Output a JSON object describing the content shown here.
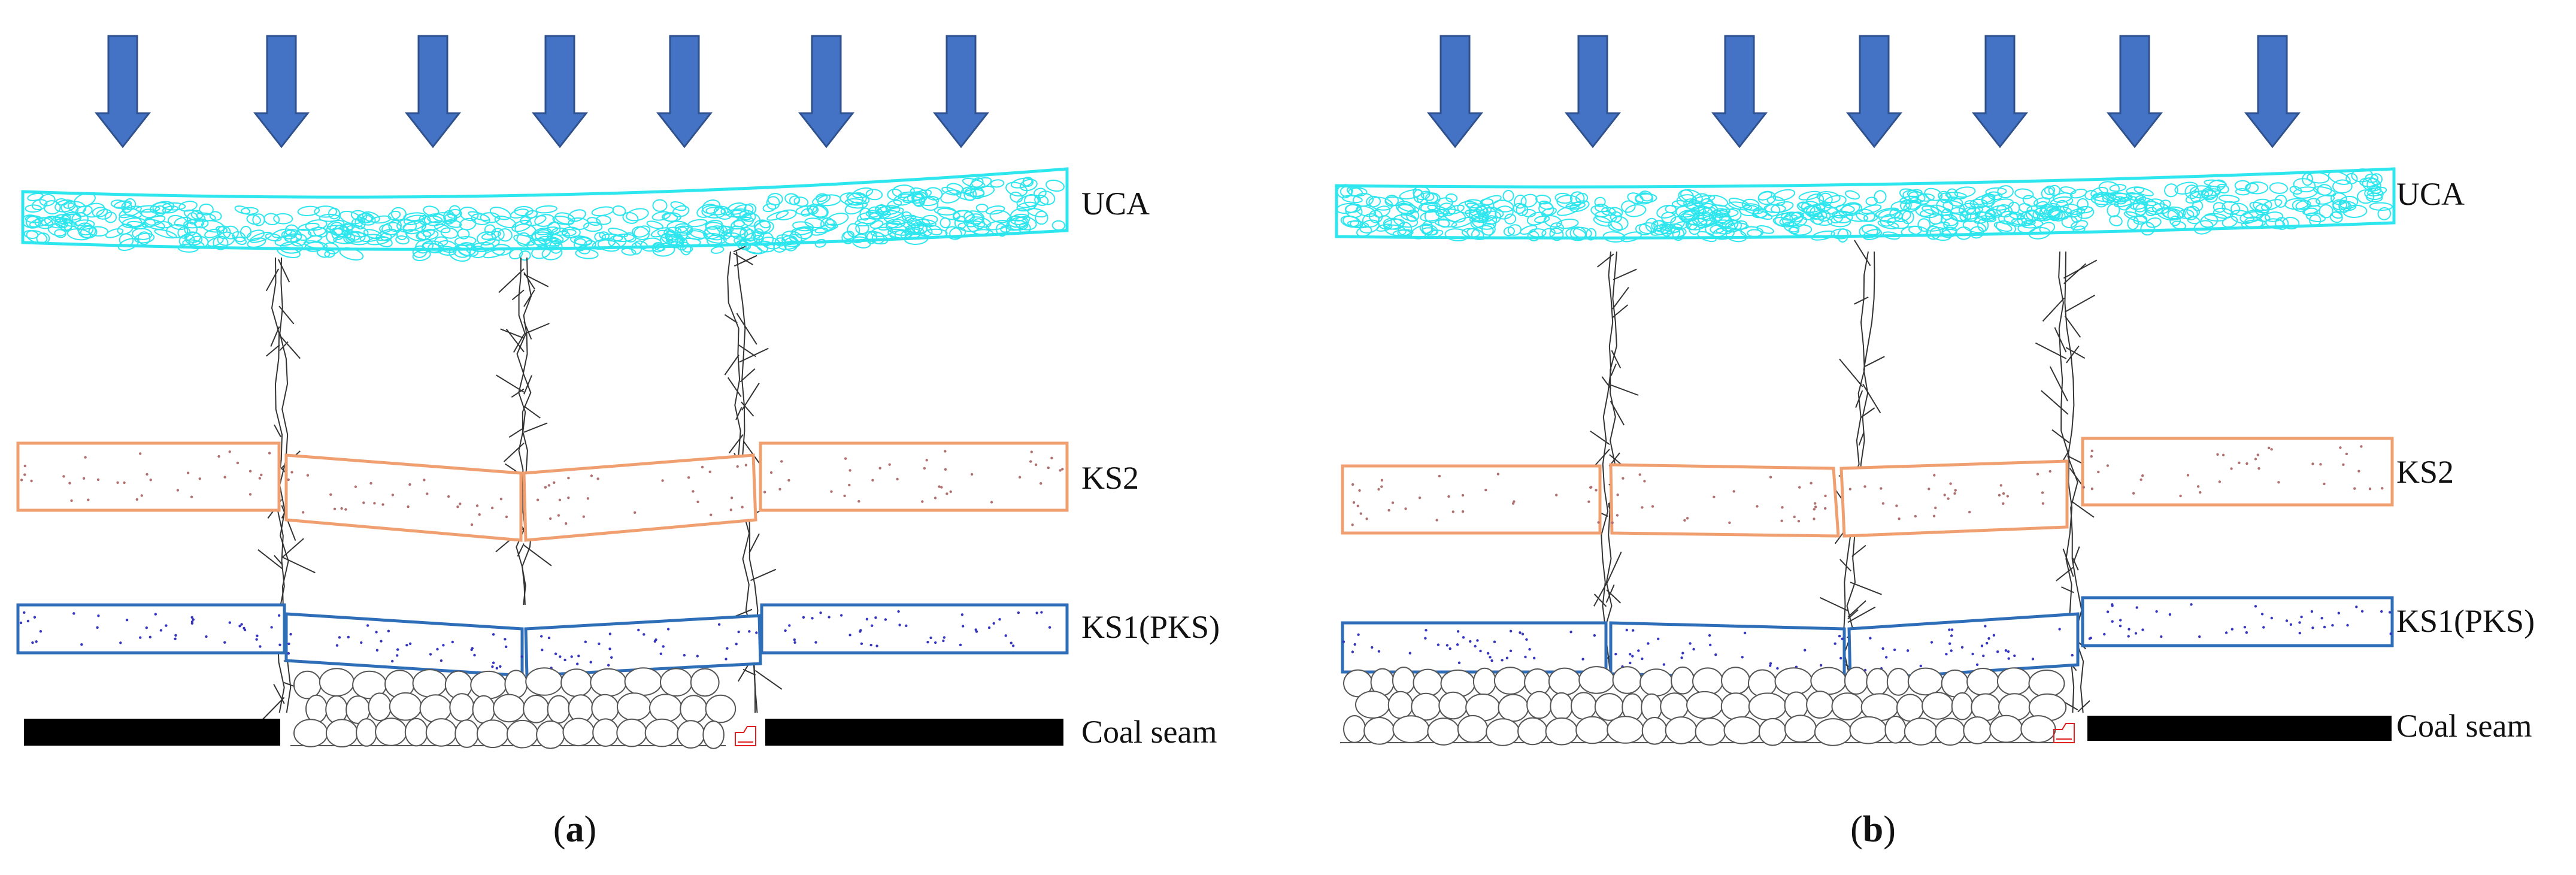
{
  "panels": [
    {
      "id": "a",
      "panel_label": "a",
      "layers": {
        "uca": "UCA",
        "ks2": "KS2",
        "ks1": "KS1(PKS)",
        "coal": "Coal seam"
      }
    },
    {
      "id": "b",
      "panel_label": "b",
      "layers": {
        "uca": "UCA",
        "ks2": "KS2",
        "ks1": "KS1(PKS)",
        "coal": "Coal seam"
      }
    }
  ],
  "colors": {
    "uca": "#2ee6ee",
    "ks2": "#f0a070",
    "ks1": "#2e6db8",
    "arrow_fill": "#4472c4",
    "arrow_stroke": "#2f528f",
    "coal": "#000000",
    "fracture": "#333333",
    "gob": "#555555",
    "ks2_dots": "#b07070",
    "ks1_dots": "#3535c0",
    "support_mark": "#e02020"
  }
}
